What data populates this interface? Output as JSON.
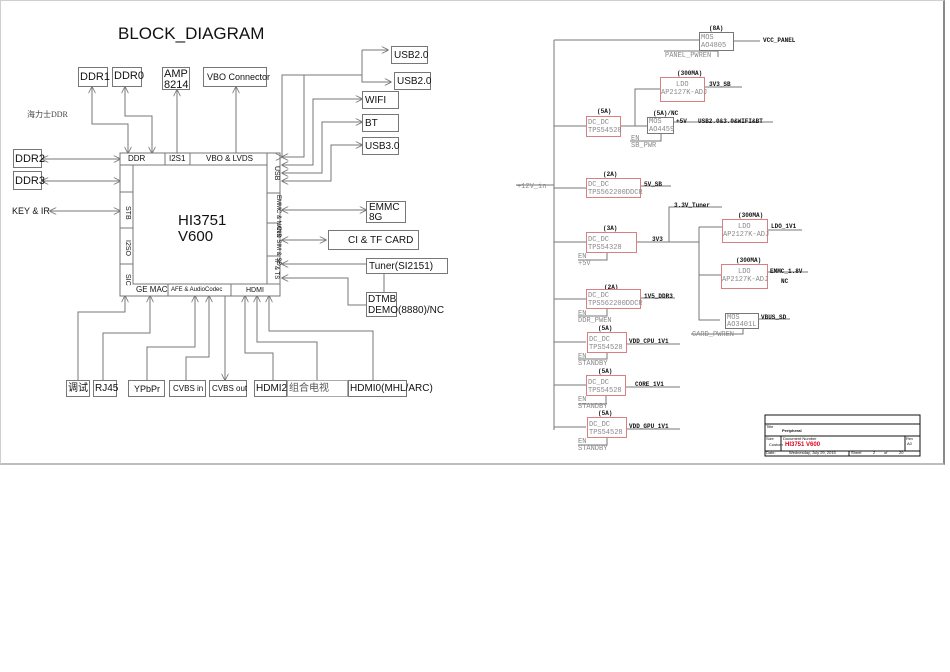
{
  "title": "BLOCK_DIAGRAM",
  "annotation_ddr_vendor": "海力士DDR",
  "soc": {
    "name_line1": "HI3751",
    "name_line2": "V600",
    "ports": {
      "ddr": "DDR",
      "i2s1": "I2S1",
      "vbo_lvds": "VBO & LVDS",
      "usb": "USB",
      "emmc_nand": "EMMC & NAND",
      "ci_sim_sd": "CI & SIM & SD",
      "if_ts": "IF & TS",
      "stb": "STB",
      "i2so": "I2SO",
      "sic": "SIC",
      "ge_mac": "GE MAC",
      "afe_audio": "AFE & AudioCodec",
      "hdmi": "HDMI"
    }
  },
  "blocks": {
    "ddr1": "DDR1",
    "ddr0": "DDR0",
    "amp_line1": "AMP",
    "amp_line2": "8214",
    "vbo_connector": "VBO Connector",
    "ddr2": "DDR2",
    "ddr3": "DDR3",
    "key_ir": "KEY & IR",
    "usb2_a": "USB2.0",
    "usb2_b": "USB2.0",
    "wifi": "WIFI",
    "bt": "BT",
    "usb3": "USB3.0",
    "emmc_line1": "EMMC",
    "emmc_line2": "8G",
    "ci_tf": "CI & TF CARD",
    "tuner": "Tuner(SI2151)",
    "dtmb_line1": "DTMB",
    "dtmb_line2": "DEMO(8880)/NC",
    "debug": "调试",
    "rj45": "RJ45",
    "ypbpr": "YPbPr",
    "cvbs_in": "CVBS in",
    "cvbs_out": "CVBS out",
    "hdmi2": "HDMI2",
    "combo_tv": "组合电视",
    "hdmi0": "HDMI0(MHL/ARC)"
  },
  "power": {
    "input": "+12V_in",
    "mos_panel": {
      "current": "(8A)",
      "type": "MOS",
      "part": "AO4805",
      "output": "VCC_PANEL",
      "enable": "PANEL_PWREN"
    },
    "ldo_3v3sb": {
      "current": "(300MA)",
      "type": "LDO",
      "part": "AP2127K-ADJ",
      "output": "3V3_SB"
    },
    "dcdc_5a_main": {
      "current": "(5A)",
      "type": "DC_DC",
      "part": "TPS54528"
    },
    "mos_5v": {
      "current": "(5A)/NC",
      "type": "MOS",
      "part": "AO4459",
      "output": "+5V",
      "load": "USB2.0&3.0&WIFI&BT",
      "en": "EN",
      "enable": "SB_PWR"
    },
    "dcdc_5vsb": {
      "current": "(2A)",
      "type": "DC_DC",
      "part": "TPS562200DDCR",
      "output": "5V_SB"
    },
    "tuner_rail": "3.3V_Tuner",
    "dcdc_3v3": {
      "current": "(3A)",
      "type": "DC_DC",
      "part": "TPS54328",
      "output": "3V3",
      "en": "EN",
      "enable": "+5V"
    },
    "ldo_1v1": {
      "current": "(300MA)",
      "type": "LDO",
      "part": "AP2127K-ADJ",
      "output": "LDO_1V1"
    },
    "ldo_1v8": {
      "current": "(300MA)",
      "type": "LDO",
      "part": "AP2127K-ADJ",
      "output": "EMMC_1.8V",
      "note": "NC"
    },
    "mos_vbus": {
      "type": "MOS",
      "part": "AO3401L",
      "output": "VBUS_SD",
      "enable": "CARD_PWREN"
    },
    "dcdc_ddr": {
      "current": "(2A)",
      "type": "DC_DC",
      "part": "TPS562200DDCR",
      "output": "1V5_DDR3",
      "en": "EN",
      "enable": "DDR_PWEN"
    },
    "dcdc_cpu": {
      "current": "(5A)",
      "type": "DC_DC",
      "part": "TPS54528",
      "output": "VDD_CPU_1V1",
      "en": "EN",
      "enable": "STANDBY"
    },
    "dcdc_core": {
      "current": "(5A)",
      "type": "DC_DC",
      "part": "TPS54528",
      "output": "CORE_1V1",
      "en": "EN",
      "enable": "STANDBY"
    },
    "dcdc_gpu": {
      "current": "(5A)",
      "type": "DC_DC",
      "part": "TPS54528",
      "output": "VDD_GPU_1V1",
      "en": "EN",
      "enable": "STANDBY"
    }
  },
  "title_block": {
    "title_label": "Title",
    "title_value": "Peripheral",
    "size_label": "Size",
    "size_value": "Custom",
    "doc_label": "Document Number",
    "doc_value": "HI3751 V600",
    "rev_label": "Rev",
    "rev_value": "A0",
    "date_label": "Date:",
    "date_value": "Wednesday, July 29, 2015",
    "sheet_label": "Sheet",
    "sheet_value": "2",
    "of_label": "of",
    "of_value": "20",
    "doc_color": "#e0001a"
  },
  "colors": {
    "regulator_border": "#d98080",
    "wire": "#777777"
  }
}
